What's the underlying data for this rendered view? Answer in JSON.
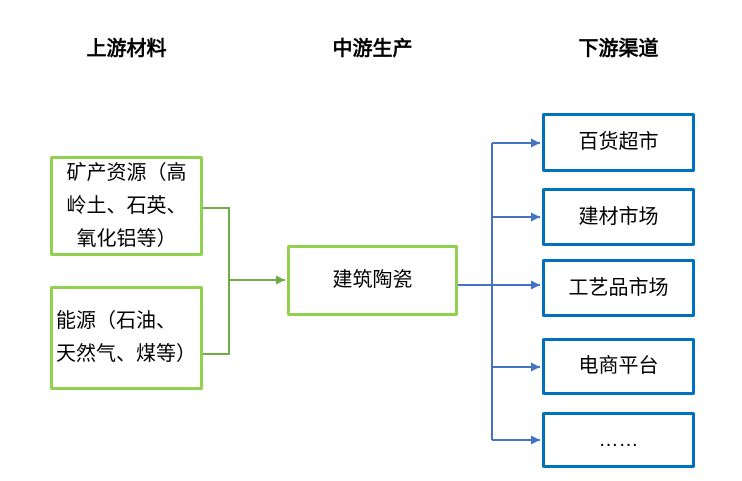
{
  "headers": {
    "upstream": "上游材料",
    "midstream": "中游生产",
    "downstream": "下游渠道"
  },
  "upstream": {
    "boxes": [
      {
        "name": "mineral-resources",
        "lines": [
          "矿产资源（高",
          "岭土、石英、",
          "氧化铝等）"
        ],
        "full_text": "矿产资源（高岭土、石英、氧化铝等）"
      },
      {
        "name": "energy",
        "lines": [
          "能源（石油、",
          "天然气、煤等）"
        ],
        "full_text": "能源（石油、天然气、煤等）"
      }
    ]
  },
  "midstream": {
    "box": {
      "name": "building-ceramics",
      "label": "建筑陶瓷"
    }
  },
  "downstream": {
    "boxes": [
      {
        "name": "department-stores",
        "label": "百货超市"
      },
      {
        "name": "building-materials-market",
        "label": "建材市场"
      },
      {
        "name": "crafts-market",
        "label": "工艺品市场"
      },
      {
        "name": "ecommerce-platform",
        "label": "电商平台"
      },
      {
        "name": "others-ellipsis",
        "label": "……"
      }
    ]
  },
  "colors": {
    "upstream_border": "#92D050",
    "upstream_connector": "#70AD47",
    "downstream_border": "#0070C0",
    "downstream_connector": "#4472C4",
    "text_color": "#000000",
    "bg_color": "#FFFFFF"
  }
}
